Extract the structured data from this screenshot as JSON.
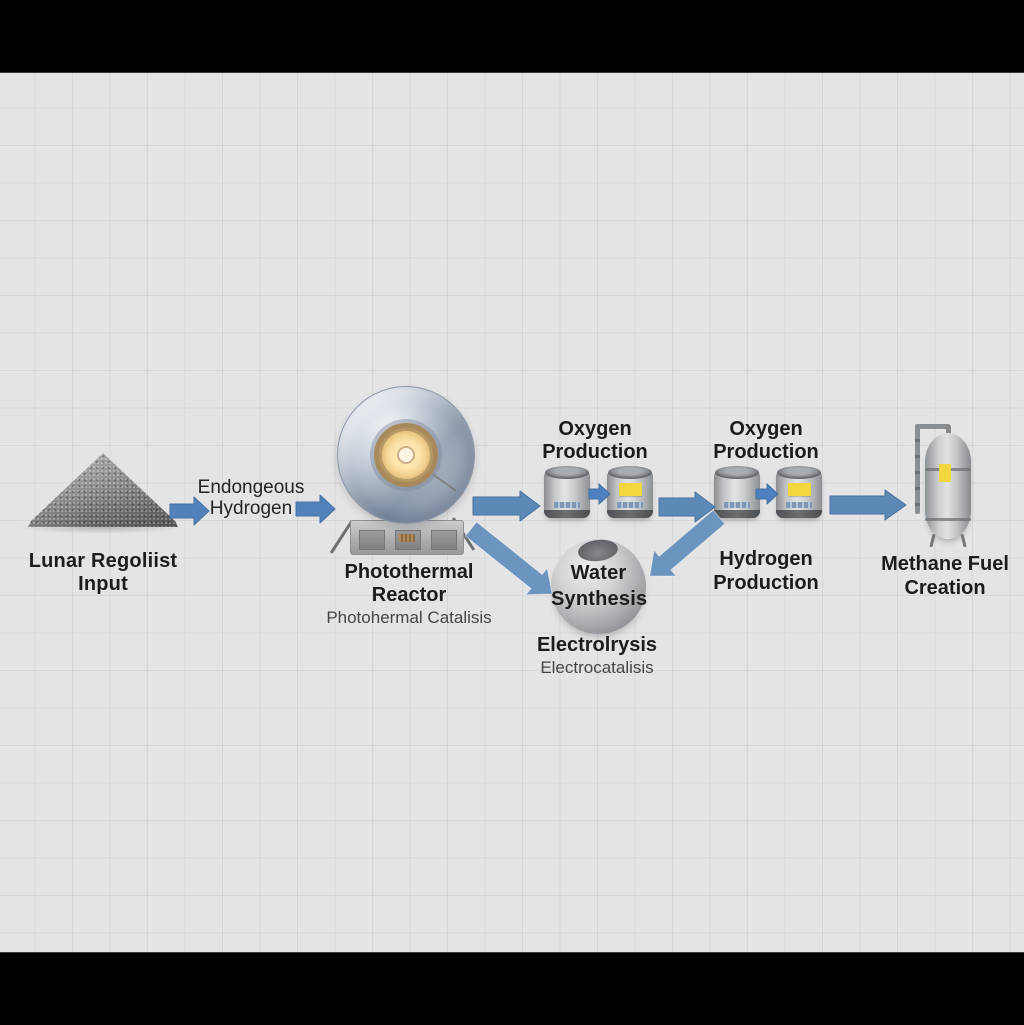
{
  "diagram": {
    "type": "process-flow",
    "topic": "lunar regolith to methane fuel pipeline",
    "colors": {
      "frame_bar": "#000000",
      "background": "#e4e4e5",
      "grid_line": "#d7d7d9",
      "arrow_blue": "#5d89b6",
      "arrow_blue_small": "#5282bc",
      "arrow_outline": "#46719f",
      "text": "#1c1c1c",
      "subtitle_text": "#454545",
      "label_yellow": "#f2d83e"
    },
    "nodes": {
      "regolith": {
        "icon": "regolith-pile-icon",
        "line1": "Lunar Regoliist",
        "line2": "Input"
      },
      "feed": {
        "line1": "Endongeous",
        "line2": "Hydrogen"
      },
      "reactor": {
        "icon": "solar-dish-icon",
        "title": "Photothermal Reactor",
        "subtitle": "Photohermal Catalisis"
      },
      "oxygen_a": {
        "icon": "gas-canister-icon",
        "line1": "Oxygen",
        "line2": "Production"
      },
      "oxygen_b": {
        "icon": "gas-canister-icon",
        "line1": "Oxygen",
        "line2": "Production"
      },
      "water": {
        "icon": "sphere-tank-icon",
        "line1": "Water",
        "line2": "Synthesis"
      },
      "electrolysis": {
        "title": "Electrolrysis",
        "subtitle": "Electrocatalisis"
      },
      "hydrogen": {
        "line1": "Hydrogen",
        "line2": "Production"
      },
      "methane": {
        "icon": "fuel-tank-icon",
        "line1": "Methane Fuel",
        "line2": "Creation"
      }
    },
    "flows": [
      "regolith-to-feed",
      "feed-to-reactor",
      "reactor-to-oxygen-a",
      "oxygen-a-internal",
      "oxygen-a-to-oxygen-b",
      "oxygen-b-internal",
      "oxygen-b-to-methane",
      "reactor-to-water",
      "oxygen-to-water"
    ]
  }
}
